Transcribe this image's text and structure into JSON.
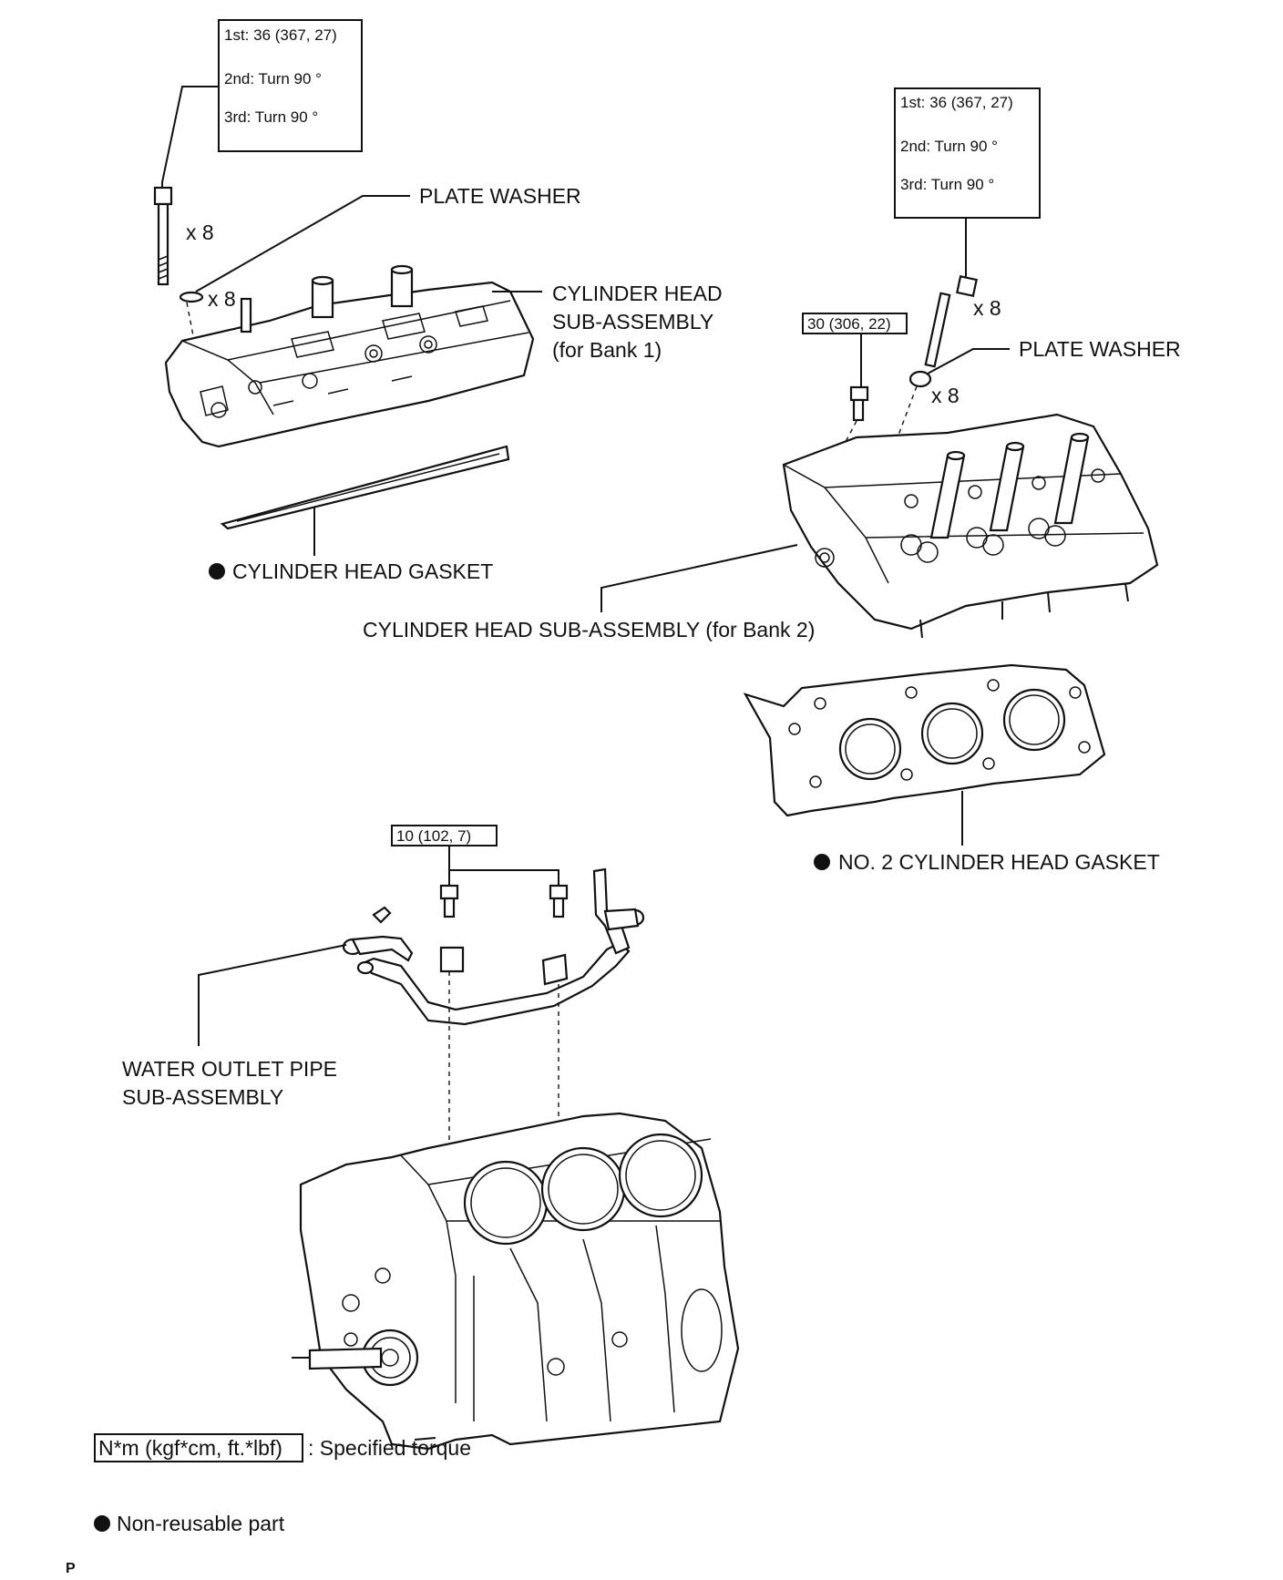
{
  "torque_bank1": {
    "step1": "1st: 36 (367, 27)",
    "step2": "2nd: Turn 90 °",
    "step3": "3rd: Turn 90 °"
  },
  "torque_bank2": {
    "step1": "1st: 36 (367, 27)",
    "step2": "2nd: Turn 90 °",
    "step3": "3rd: Turn 90 °"
  },
  "torque_small_bolt": "30 (306, 22)",
  "torque_pipe_bolts": "10 (102, 7)",
  "labels": {
    "plate_washer_1": "PLATE WASHER",
    "plate_washer_2": "PLATE WASHER",
    "qty_bolt_1": "x 8",
    "qty_washer_1": "x 8",
    "qty_bolt_2": "x 8",
    "qty_washer_2": "x 8",
    "head_bank1_line1": "CYLINDER HEAD",
    "head_bank1_line2": "SUB-ASSEMBLY",
    "head_bank1_line3": "(for Bank 1)",
    "head_bank2": "CYLINDER HEAD SUB-ASSEMBLY (for Bank 2)",
    "gasket_1": "CYLINDER HEAD GASKET",
    "gasket_2": "NO. 2 CYLINDER HEAD GASKET",
    "water_pipe_line1": "WATER OUTLET PIPE",
    "water_pipe_line2": "SUB-ASSEMBLY"
  },
  "legend": {
    "torque_unit": "N*m (kgf*cm, ft.*lbf)",
    "torque_text": ": Specified torque",
    "nonreusable_text": "Non-reusable part"
  },
  "corner_mark": "P"
}
